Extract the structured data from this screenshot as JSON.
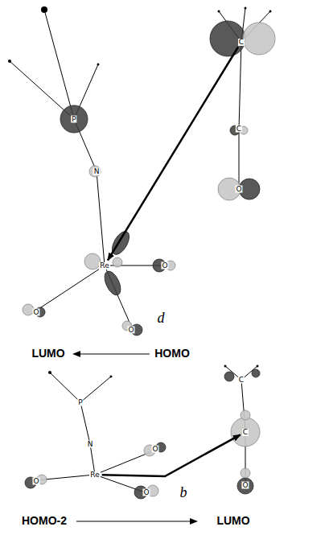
{
  "diagram": {
    "nodes": [
      {
        "text": [
          "Re"
        ]
      },
      {
        "text": [
          "C"
        ]
      },
      {
        "text": [
          "Re"
        ]
      },
      {
        "text": [
          "C"
        ]
      }
    ],
    "edges": [
      {
        "from": 1,
        "to": 0,
        "arrow": "to",
        "label": "d"
      },
      {
        "from": 2,
        "to": 3,
        "arrow": "to",
        "label": "b"
      }
    ],
    "labels": [
      "P",
      "N",
      "O",
      "O",
      "O",
      "C",
      "O",
      "LUMO",
      "HOMO",
      "P",
      "N",
      "O",
      "O",
      "O",
      "C",
      "O",
      "HOMO-2",
      "LUMO"
    ]
  }
}
